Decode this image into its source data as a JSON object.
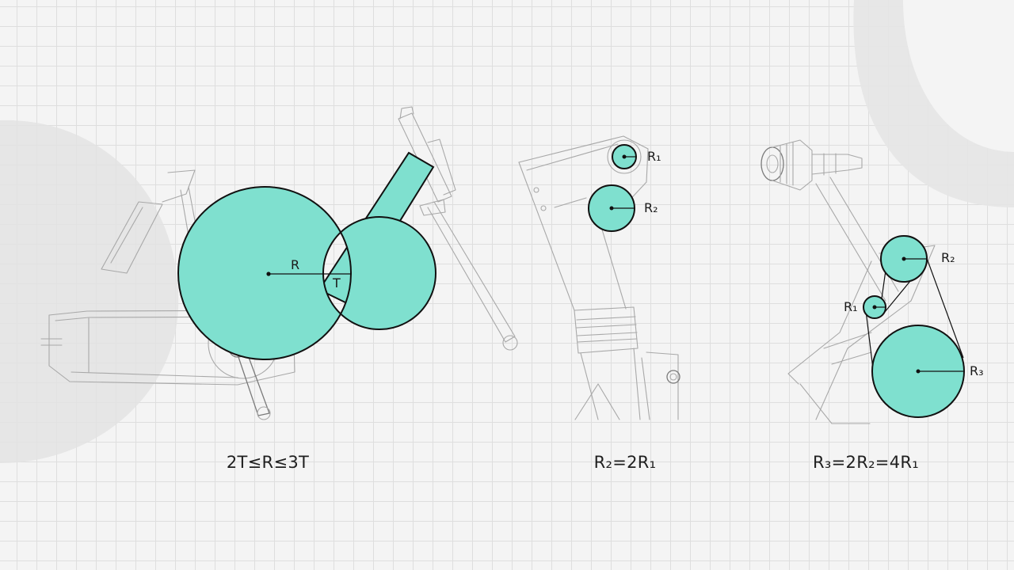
{
  "colors": {
    "accent": "#7fe0cf",
    "stroke": "#111111",
    "grid": "#dedede",
    "background": "#f4f4f4"
  },
  "panels": [
    {
      "caption": "2T≤R≤3T",
      "labels": {
        "r": "R",
        "t": "T"
      }
    },
    {
      "caption": "R₂=2R₁",
      "labels": {
        "r1": "R₁",
        "r2": "R₂"
      }
    },
    {
      "caption": "R₃=2R₂=4R₁",
      "labels": {
        "r1": "R₁",
        "r2": "R₂",
        "r3": "R₃"
      }
    }
  ]
}
